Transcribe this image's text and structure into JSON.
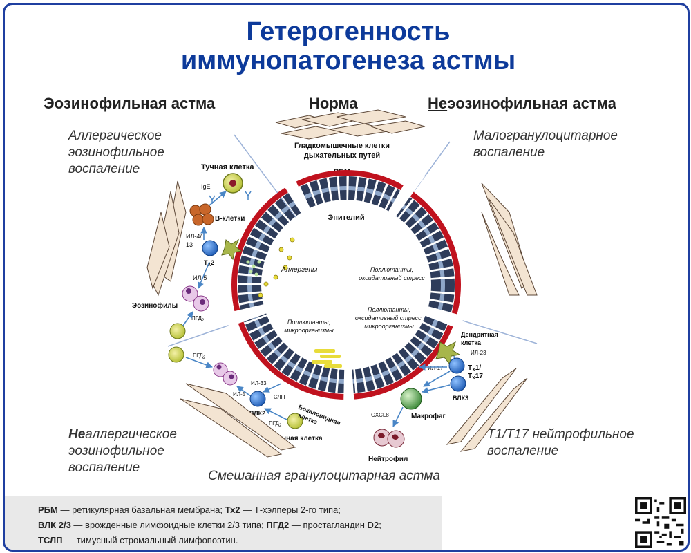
{
  "title": {
    "line1": "Гетерогенность",
    "line2": "иммунопатогенеза астмы"
  },
  "columns": {
    "left": "Эозинофильная астма",
    "center": "Норма",
    "right_prefix": "Не",
    "right_rest": "эозинофильная астма"
  },
  "sections": {
    "allergic": [
      "Аллергическое",
      "эозинофильное",
      "воспаление"
    ],
    "paucigranulocytic": [
      "Малогранулоцитарное",
      "воспаление"
    ],
    "nonallergic_prefix": "Не",
    "nonallergic_rest": "аллергическое",
    "nonallergic_lines": [
      "эозинофильное",
      "воспаление"
    ],
    "neutrophilic": [
      "Т1/Т17 нейтрофильное",
      "воспаление"
    ],
    "mixed": "Смешанная гранулоцитарная астма"
  },
  "labels": {
    "smooth_muscle_1": "Гладкомышечные клетки",
    "smooth_muscle_2": "дыхательных путей",
    "rbm": "РБМ",
    "epithelium": "Эпителий",
    "mast_cell": "Тучная клетка",
    "ige": "IgE",
    "b_cells": "В-клетки",
    "il413_1": "ИЛ-4/",
    "il413_2": "13",
    "th2": "Т",
    "th2_sub": "Х",
    "th2_num": "2",
    "il5": "ИЛ-5",
    "eosinophils": "Эозинофилы",
    "pgd2_top": "ПГД",
    "pgd2_sub": "2",
    "allergens": "Аллергены",
    "pollutants_ox_1": "Поллютанты,",
    "pollutants_ox_2": "оксидативный стресс",
    "pollutants_micro_1": "Поллютанты,",
    "pollutants_micro_2": "микроорганизмы",
    "pollutants_all_1": "Поллютанты,",
    "pollutants_all_2": "оксидативный стресс,",
    "pollutants_all_3": "микроорганизмы",
    "pgd2_lower": "ПГД",
    "il33": "ИЛ-33",
    "il5_lower": "ИЛ-5",
    "tslp": "ТСЛП",
    "ilc2": "ВЛК2",
    "pgd2_mast": "ПГД",
    "goblet_1": "Бокаловидная",
    "goblet_2": "клетка",
    "mast_cell_lower": "Тучная клетка",
    "dendritic_1": "Дендритная",
    "dendritic_2": "клетка",
    "il23": "ИЛ-23",
    "il17": "ИЛ-17",
    "th1_17_a": "Т",
    "th1_17_b": "Х",
    "th1_17_c": "1/",
    "th1_17_d": "Т",
    "th1_17_e": "Х",
    "th1_17_f": "17",
    "ilc3": "ВЛК3",
    "cxcl8": "CXCL8",
    "macrophage": "Макрофаг",
    "neutrophil": "Нейтрофил"
  },
  "legend": {
    "line1_b1": "РБМ",
    "line1_t1": " — ретикулярная базальная мембрана; ",
    "line1_b2": "Тх2",
    "line1_t2": " — Т-хэлперы 2-го типа;",
    "line2_b1": "ВЛК 2/3",
    "line2_t1": " — врожденные лимфоидные клетки 2/3 типа; ",
    "line2_b2": "ПГД2",
    "line2_t2": " — простагландин D2;",
    "line3_b1": "ТСЛП",
    "line3_t1": " — тимусный стромальный лимфопоэтин."
  },
  "colors": {
    "title": "#0d3a9a",
    "frame": "#1f3fa0",
    "membrane": "#c0121e",
    "epithelium": "#2e3c5a",
    "arrow": "#4a86c6",
    "legend_bg": "#e9e9e9"
  }
}
